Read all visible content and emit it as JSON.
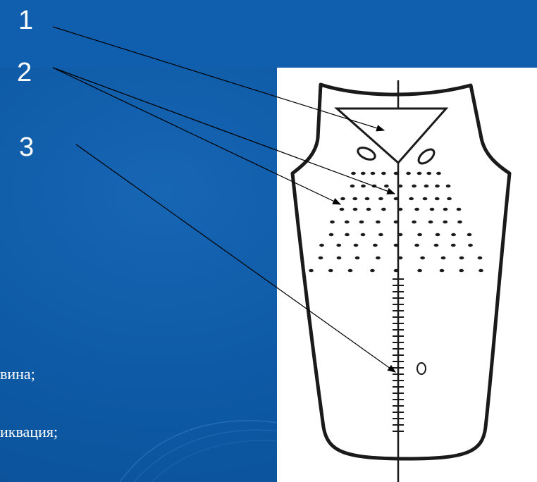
{
  "slide": {
    "labels": [
      {
        "id": "1",
        "text": "1"
      },
      {
        "id": "2",
        "text": "2"
      },
      {
        "id": "3",
        "text": "3"
      }
    ],
    "caption_lines": [
      "вина;",
      "иквация;"
    ]
  },
  "colors": {
    "background": "#0e5aa6",
    "text": "#ffffff",
    "ingot_stroke": "#1a1a1a",
    "leader_line": "#000000"
  }
}
